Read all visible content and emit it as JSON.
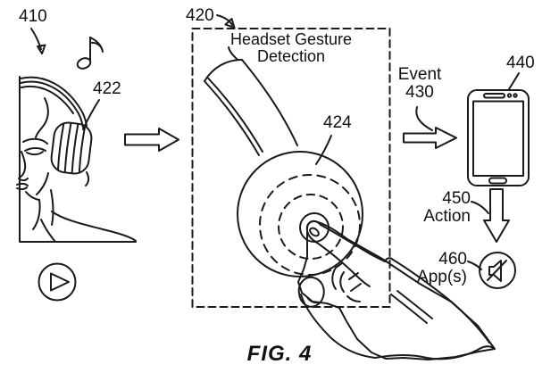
{
  "figure": {
    "caption": "FIG. 4",
    "ink_color": "#1a1a1a",
    "background_color": "#ffffff"
  },
  "listener": {
    "ref": "410",
    "headset_ref": "422",
    "music_note_icon": "music-note",
    "play_icon": "play-circle"
  },
  "detection_box": {
    "ref": "420",
    "title_line1": "Headset Gesture",
    "title_line2": "Detection",
    "earcup_ref": "424",
    "hand_figure": "pointing-hand"
  },
  "event": {
    "word": "Event",
    "ref": "430"
  },
  "phone": {
    "ref": "440"
  },
  "action": {
    "ref": "450",
    "word": "Action"
  },
  "apps": {
    "ref": "460",
    "word": "App(s)",
    "mute_icon": "muted-speaker"
  }
}
